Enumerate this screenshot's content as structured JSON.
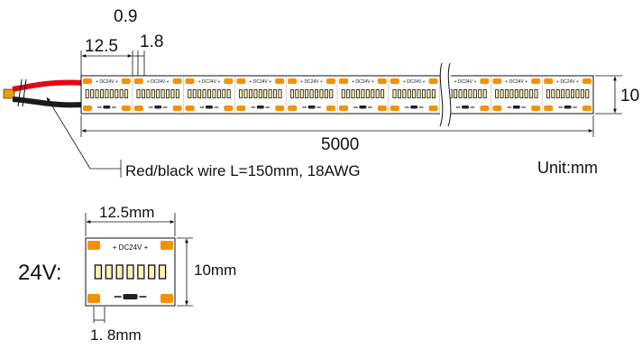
{
  "top_strip": {
    "dim_gap": "0.9",
    "dim_segment": "12.5",
    "dim_pad": "1.8",
    "dim_height": "10",
    "dim_length": "5000",
    "wire_note": "Red/black wire L=150mm, 18AWG",
    "unit": "Unit:mm",
    "segment_label": "DC24V"
  },
  "detail": {
    "voltage": "24V:",
    "dim_width": "12.5mm",
    "dim_height": "10mm",
    "dim_pad": "1. 8mm",
    "segment_label": "DC24V"
  },
  "colors": {
    "pcb": "#ffffff",
    "pad": "#f39200",
    "led_fill": "#fff2b3",
    "led_stroke": "#111111",
    "wire_red": "#e30613",
    "wire_black": "#1a1a1a"
  }
}
